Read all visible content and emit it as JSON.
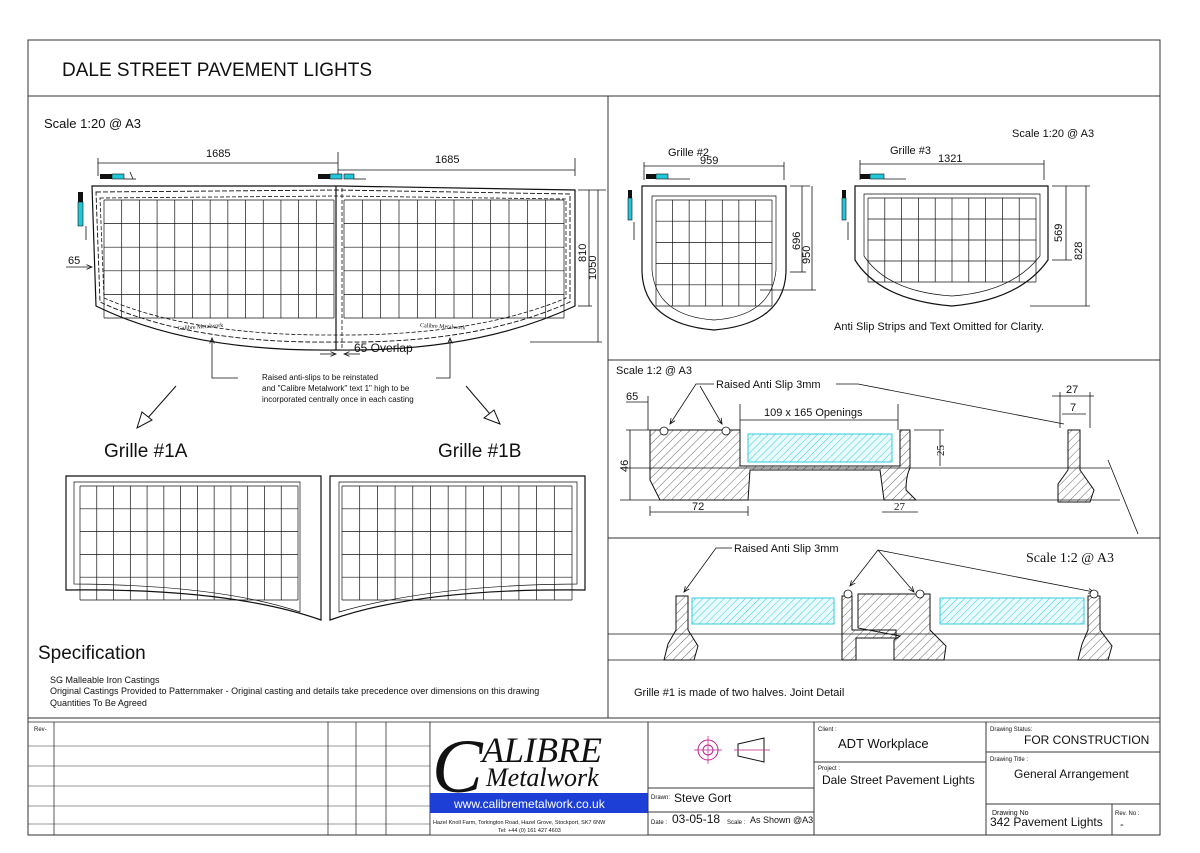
{
  "header": {
    "title": "DALE STREET PAVEMENT LIGHTS"
  },
  "left_view": {
    "scale": "Scale 1:20 @ A3",
    "dim_left": "1685",
    "dim_right": "1685",
    "dim_overlap_side": "65",
    "dim_inner_height": "810",
    "dim_outer_height": "1050",
    "overlap_label": "65 Overlap",
    "casting_text": "Calibre Metalwork",
    "note_lines": [
      "Raised anti-slips to be reinstated",
      "and \"Calibre Metalwork\" text 1\" high to be",
      "incorporated centrally once in each casting"
    ],
    "grille_1a": "Grille #1A",
    "grille_1b": "Grille #1B"
  },
  "specification": {
    "heading": "Specification",
    "lines": [
      "SG Malleable Iron Castings",
      "Original Castings Provided to Patternmaker - Original casting and details take precedence over dimensions on this drawing",
      "Quantities To Be Agreed"
    ]
  },
  "top_right": {
    "scale": "Scale 1:20 @ A3",
    "grille2_label": "Grille #2",
    "grille2_width": "959",
    "grille2_inner_h": "696",
    "grille2_outer_h": "950",
    "grille3_label": "Grille #3",
    "grille3_width": "1321",
    "grille3_inner_h": "569",
    "grille3_outer_h": "828",
    "note": "Anti Slip Strips and Text Omitted for Clarity."
  },
  "section_view": {
    "scale": "Scale 1:2 @ A3",
    "anti_slip_label": "Raised Anti Slip 3mm",
    "openings": "109 x 165 Openings",
    "dims": {
      "d65": "65",
      "d46": "46",
      "d72": "72",
      "d25": "25",
      "d27a": "27",
      "d27b": "27",
      "d7": "7"
    }
  },
  "joint_view": {
    "scale": "Scale 1:2 @ A3",
    "anti_slip_label": "Raised Anti Slip 3mm",
    "note": "Grille #1 is made of two halves. Joint Detail"
  },
  "title_block": {
    "rev_label": "Rev-",
    "logo_line1": "CALIBRE",
    "logo_big_letter": "C",
    "logo_line1_rest": "ALIBRE",
    "logo_line2": "Metalwork",
    "website": "www.calibremetalwork.co.uk",
    "address_line1": "Hazel Knoll Farm, Torkington Road, Hazel Grove, Stockport, SK7 6NW",
    "address_line2": "Tel: +44 (0) 161 427 4603",
    "drawn_label": "Drawn:",
    "drawn_value": "Steve Gort",
    "date_label": "Date :",
    "date_value": "03-05-18",
    "scale_label": "Scale :",
    "scale_value": "As Shown @A3",
    "client_label": "Client :",
    "client_value": "ADT Workplace",
    "project_label": "Project :",
    "project_value": "Dale Street Pavement Lights",
    "status_label": "Drawing Status:",
    "status_value": "FOR CONSTRUCTION",
    "drawing_title_label": "Drawing Title :",
    "drawing_title_value": "General Arrangement",
    "drawing_no_label": "Drawing No",
    "drawing_no_value": "342 Pavement Lights",
    "rev_no_label": "Rev. No :",
    "rev_no_value": "-"
  },
  "colors": {
    "line": "#111111",
    "cyan": "#22c7d9",
    "cyan_light": "#bff2f7",
    "blue_bar": "#1d3fd6",
    "magenta": "#c0208e"
  }
}
